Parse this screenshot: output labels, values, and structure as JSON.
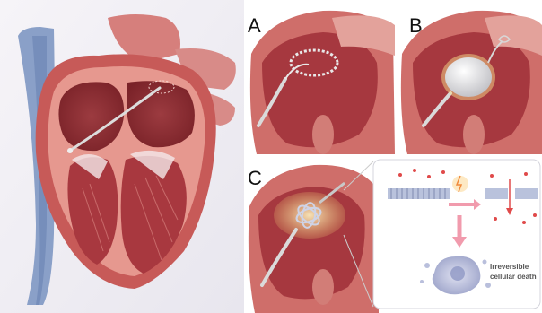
{
  "panels": {
    "a": {
      "letter": "A"
    },
    "b": {
      "letter": "B"
    },
    "c": {
      "letter": "C"
    }
  },
  "inset": {
    "caption_line1": "Irreversible",
    "caption_line2": "cellular death"
  },
  "colors": {
    "background": "#f2f0f4",
    "heart_outer": "#c75a58",
    "heart_light": "#f1b8ad",
    "heart_dark": "#8c2f33",
    "vessel_blue": "#8aa0c8",
    "catheter": "#c9c9c9",
    "balloon": "#e8e8e8",
    "ablation_glow": "#f6e7a6",
    "membrane": "#9aa6c4",
    "ion_red": "#e04a4a",
    "arrow_pink": "#f19bad",
    "cell": "#b9bfdc"
  }
}
